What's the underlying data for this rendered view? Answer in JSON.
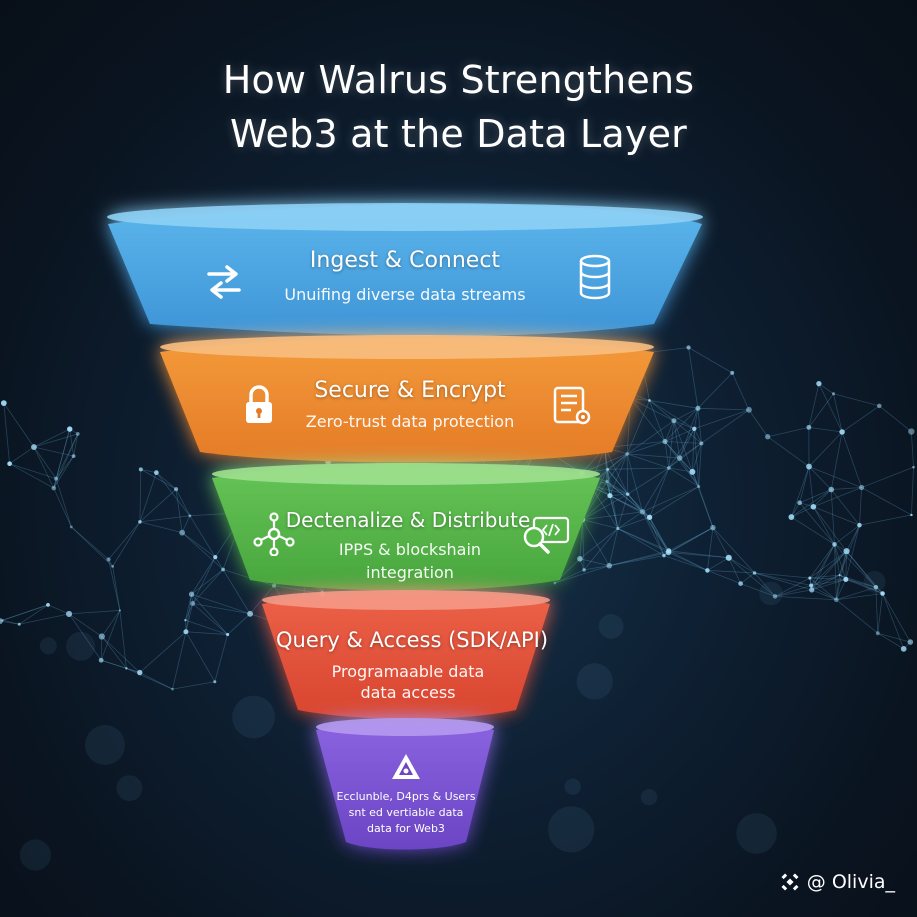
{
  "title": {
    "line1": "How Walrus Strengthens",
    "line2": "Web3 at the Data Layer"
  },
  "stages": [
    {
      "title": "Ingest & Connect",
      "subtitle": "Unuifing diverse data streams",
      "color": "#4aa6e0",
      "icons": [
        "swap-arrows-icon",
        "database-icon"
      ]
    },
    {
      "title": "Secure & Encrypt",
      "subtitle": "Zero-trust data protection",
      "color": "#ee8a30",
      "icons": [
        "lock-icon",
        "document-settings-icon"
      ]
    },
    {
      "title": "Dectenalize & Distribute",
      "subtitle_lines": [
        "IPPS & blockshain",
        "integration"
      ],
      "color": "#57b84a",
      "icons": [
        "network-nodes-icon",
        "search-code-icon"
      ]
    },
    {
      "title": "Query & Access (SDK/API)",
      "subtitle_lines": [
        "Programaable data",
        "data access"
      ],
      "color": "#e2523f",
      "icons": []
    },
    {
      "subtitle_lines": [
        "Ecclunble, D4prs & Users",
        "snt ed vertiable data",
        "data for Web3"
      ],
      "color": "#7b56d4",
      "icons": [
        "walrus-logo-icon"
      ]
    }
  ],
  "watermark": {
    "text": "@ Olivia_",
    "icon": "binance-logo-icon"
  }
}
